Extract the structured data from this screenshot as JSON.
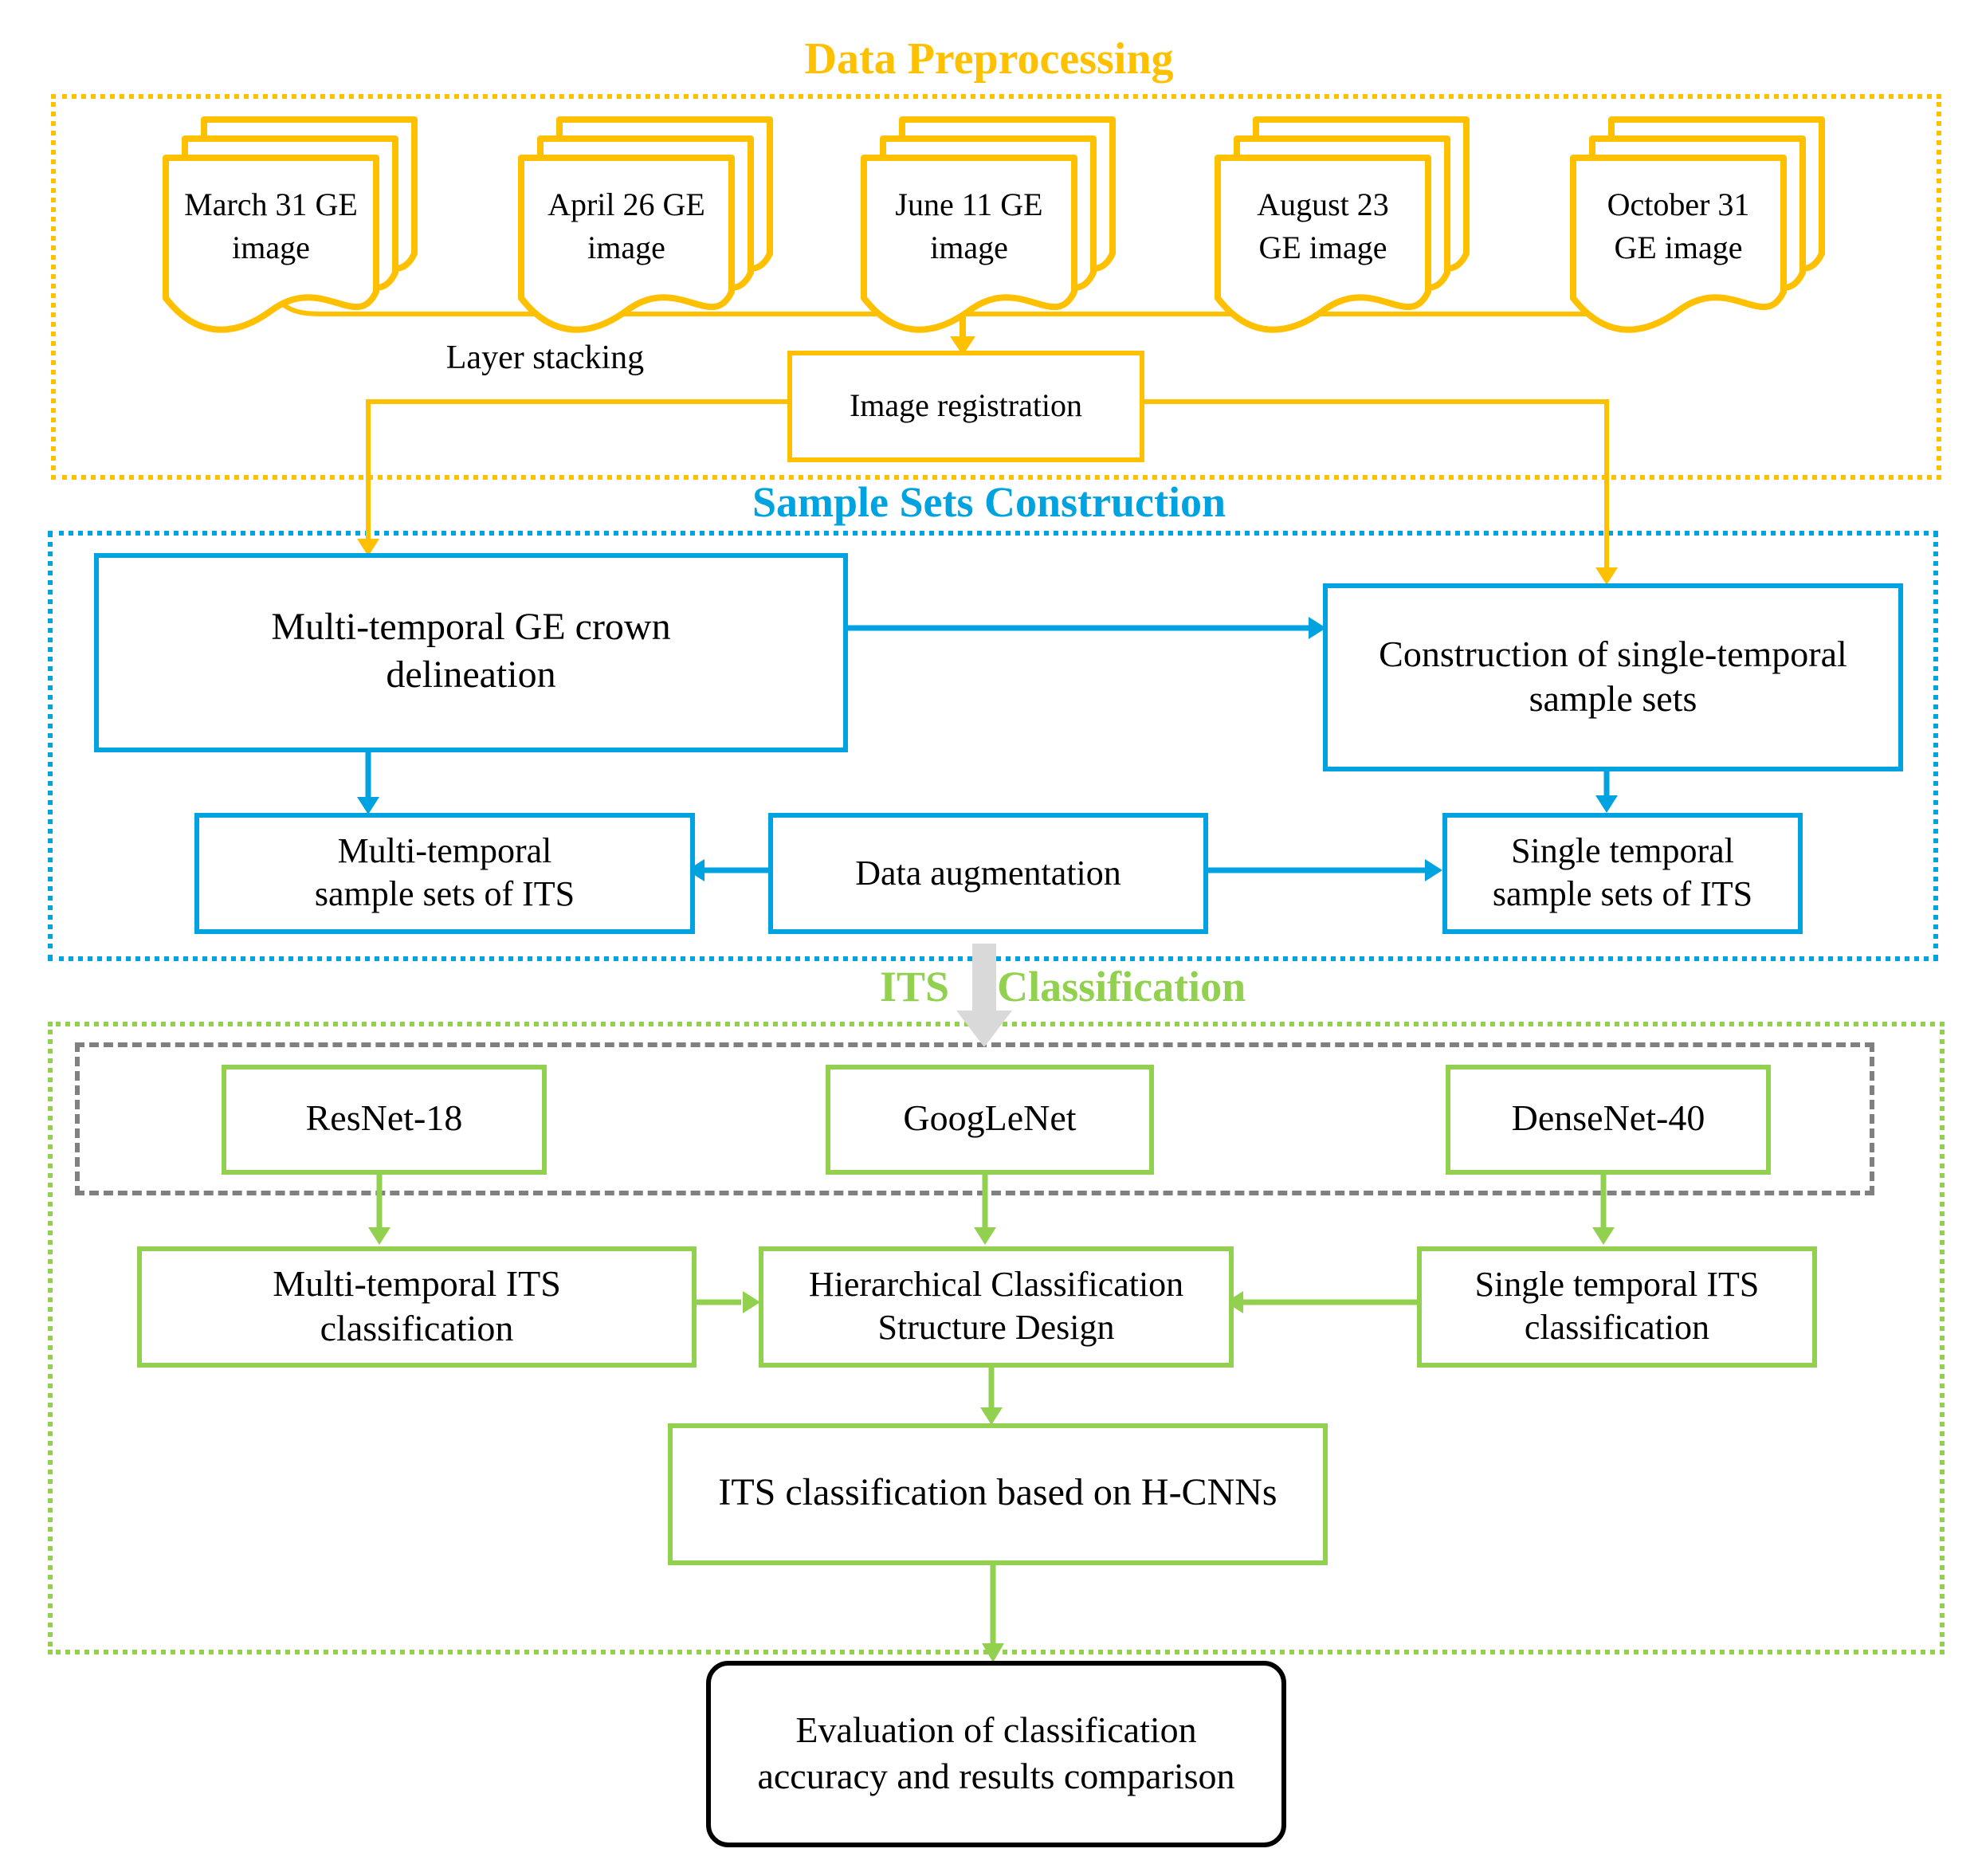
{
  "colors": {
    "gold": "#FFC000",
    "blue": "#00A3E0",
    "green": "#92D050",
    "gray_dash": "#808080",
    "gray_arrow": "#D9D9D9",
    "black": "#000000"
  },
  "sections": {
    "preprocessing": {
      "title": "Data Preprocessing",
      "docs": [
        {
          "line1": "March 31 GE",
          "line2": "image"
        },
        {
          "line1": "April 26 GE",
          "line2": "image"
        },
        {
          "line1": "June 11 GE",
          "line2": "image"
        },
        {
          "line1": "August 23",
          "line2": "GE image"
        },
        {
          "line1": "October 31",
          "line2": "GE image"
        }
      ],
      "layer_stacking_label": "Layer stacking",
      "registration_box": "Image registration"
    },
    "sample_sets": {
      "title": "Sample Sets Construction",
      "crown_delineation": {
        "line1": "Multi-temporal GE crown",
        "line2": "delineation"
      },
      "construction_single": {
        "line1": "Construction of single-temporal",
        "line2": "sample sets"
      },
      "multi_sample_sets": {
        "line1": "Multi-temporal",
        "line2": "sample sets of ITS"
      },
      "data_augmentation": "Data augmentation",
      "single_sample_sets": {
        "line1": "Single temporal",
        "line2": "sample sets of ITS"
      }
    },
    "classification": {
      "title_word1": "ITS",
      "title_word2": "Classification",
      "cnns": [
        "ResNet-18",
        "GoogLeNet",
        "DenseNet-40"
      ],
      "multi_its": {
        "line1": "Multi-temporal ITS",
        "line2": "classification"
      },
      "hierarchical": {
        "line1": "Hierarchical Classification",
        "line2": "Structure Design"
      },
      "single_its": {
        "line1": "Single temporal ITS",
        "line2": "classification"
      },
      "hcnn_box": "ITS classification based on H-CNNs"
    },
    "evaluation": {
      "line1": "Evaluation of classification",
      "line2": "accuracy and results comparison"
    }
  }
}
